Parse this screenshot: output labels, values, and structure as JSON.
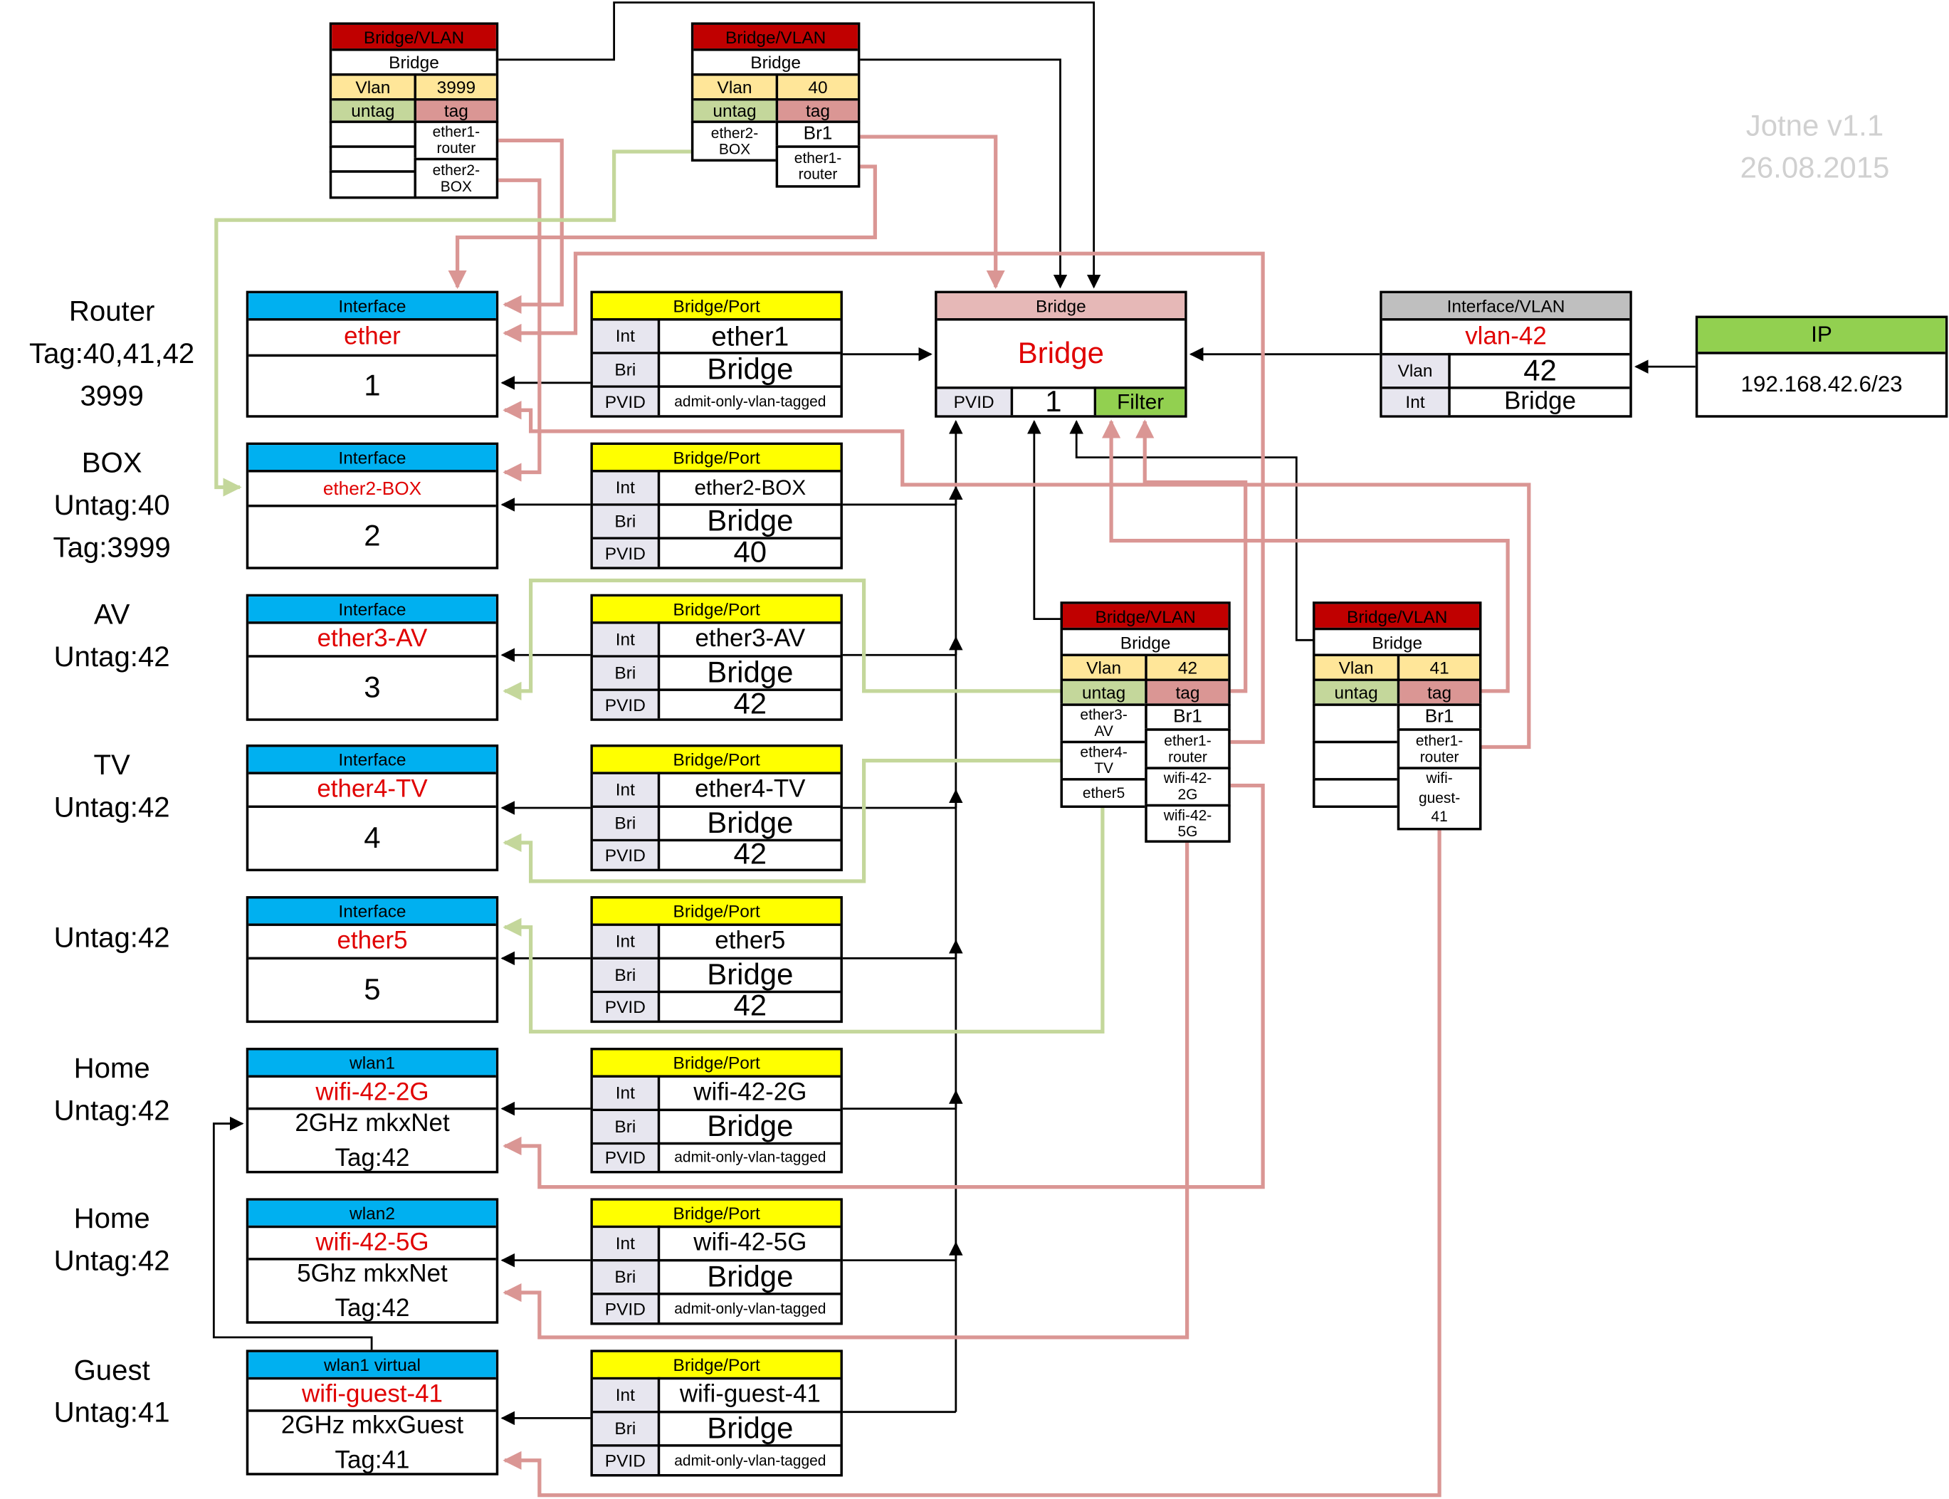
{
  "watermark": {
    "author_version": "Jotne  v1.1",
    "date": "26.08.2015"
  },
  "colors": {
    "interface_header": "#00b0f0",
    "bridge_port_header": "#ffff00",
    "bridge_vlan_header": "#c00000",
    "bridge_header": "#e6b8b7",
    "interface_vlan_header": "#bfbfbf",
    "ip_header": "#92d050",
    "vlan_cell": "#ffe699",
    "untag_cell": "#c4d79b",
    "tag_cell": "#da9694",
    "untagged_wire": "#c4d79b",
    "tagged_wire": "#da9694",
    "name_text": "#e00000"
  },
  "side_labels": [
    [
      "Router",
      "Tag:40,41,42",
      "3999"
    ],
    [
      "BOX",
      "Untag:40",
      "Tag:3999"
    ],
    [
      "AV",
      "Untag:42"
    ],
    [
      "TV",
      "Untag:42"
    ],
    [
      "Untag:42"
    ],
    [
      "Home",
      "Untag:42"
    ],
    [
      "Home",
      "Untag:42"
    ],
    [
      "Guest",
      "Untag:41"
    ]
  ],
  "interfaces": [
    {
      "header": "Interface",
      "name": "ether",
      "body": [
        "1"
      ]
    },
    {
      "header": "Interface",
      "name": "ether2-BOX",
      "body": [
        "2"
      ]
    },
    {
      "header": "Interface",
      "name": "ether3-AV",
      "body": [
        "3"
      ]
    },
    {
      "header": "Interface",
      "name": "ether4-TV",
      "body": [
        "4"
      ]
    },
    {
      "header": "Interface",
      "name": "ether5",
      "body": [
        "5"
      ]
    },
    {
      "header": "wlan1",
      "name": "wifi-42-2G",
      "body": [
        "2GHz mkxNet",
        "Tag:42"
      ]
    },
    {
      "header": "wlan2",
      "name": "wifi-42-5G",
      "body": [
        "5Ghz mkxNet",
        "Tag:42"
      ]
    },
    {
      "header": "wlan1 virtual",
      "name": "wifi-guest-41",
      "body": [
        "2GHz mkxGuest",
        "Tag:41"
      ]
    }
  ],
  "bridge_ports": [
    {
      "header": "Bridge/Port",
      "labels": [
        "Int",
        "Bri",
        "PVID"
      ],
      "int": "ether1",
      "bri": "Bridge",
      "pvid": "admit-only-vlan-tagged"
    },
    {
      "header": "Bridge/Port",
      "labels": [
        "Int",
        "Bri",
        "PVID"
      ],
      "int": "ether2-BOX",
      "bri": "Bridge",
      "pvid": "40"
    },
    {
      "header": "Bridge/Port",
      "labels": [
        "Int",
        "Bri",
        "PVID"
      ],
      "int": "ether3-AV",
      "bri": "Bridge",
      "pvid": "42"
    },
    {
      "header": "Bridge/Port",
      "labels": [
        "Int",
        "Bri",
        "PVID"
      ],
      "int": "ether4-TV",
      "bri": "Bridge",
      "pvid": "42"
    },
    {
      "header": "Bridge/Port",
      "labels": [
        "Int",
        "Bri",
        "PVID"
      ],
      "int": "ether5",
      "bri": "Bridge",
      "pvid": "42"
    },
    {
      "header": "Bridge/Port",
      "labels": [
        "Int",
        "Bri",
        "PVID"
      ],
      "int": "wifi-42-2G",
      "bri": "Bridge",
      "pvid": "admit-only-vlan-tagged"
    },
    {
      "header": "Bridge/Port",
      "labels": [
        "Int",
        "Bri",
        "PVID"
      ],
      "int": "wifi-42-5G",
      "bri": "Bridge",
      "pvid": "admit-only-vlan-tagged"
    },
    {
      "header": "Bridge/Port",
      "labels": [
        "Int",
        "Bri",
        "PVID"
      ],
      "int": "wifi-guest-41",
      "bri": "Bridge",
      "pvid": "admit-only-vlan-tagged"
    }
  ],
  "bridge": {
    "header": "Bridge",
    "name": "Bridge",
    "pvid_label": "PVID",
    "pvid_value": "1",
    "filter_label": "Filter"
  },
  "interface_vlan": {
    "header": "Interface/VLAN",
    "name": "vlan-42",
    "vlan_label": "Vlan",
    "vlan_value": "42",
    "int_label": "Int",
    "int_value": "Bridge"
  },
  "ip": {
    "header": "IP",
    "address": "192.168.42.6/23"
  },
  "bridge_vlans": {
    "v3999": {
      "header": "Bridge/VLAN",
      "bridge": "Bridge",
      "vlan_label": "Vlan",
      "vlan_id": "3999",
      "untag_label": "untag",
      "tag_label": "tag",
      "untagged": [],
      "tagged": [
        "ether1-router",
        "ether2-BOX"
      ]
    },
    "v40": {
      "header": "Bridge/VLAN",
      "bridge": "Bridge",
      "vlan_label": "Vlan",
      "vlan_id": "40",
      "untag_label": "untag",
      "tag_label": "tag",
      "untagged": [
        "ether2-BOX"
      ],
      "tagged": [
        "Br1",
        "ether1-router"
      ]
    },
    "v42": {
      "header": "Bridge/VLAN",
      "bridge": "Bridge",
      "vlan_label": "Vlan",
      "vlan_id": "42",
      "untag_label": "untag",
      "tag_label": "tag",
      "untagged": [
        "ether3-AV",
        "ether4-TV",
        "ether5"
      ],
      "tagged": [
        "Br1",
        "ether1-router",
        "wifi-42-2G",
        "wifi-42-5G"
      ]
    },
    "v41": {
      "header": "Bridge/VLAN",
      "bridge": "Bridge",
      "vlan_label": "Vlan",
      "vlan_id": "41",
      "untag_label": "untag",
      "tag_label": "tag",
      "untagged": [],
      "tagged": [
        "Br1",
        "ether1-router",
        "wifi-guest-41"
      ]
    }
  }
}
